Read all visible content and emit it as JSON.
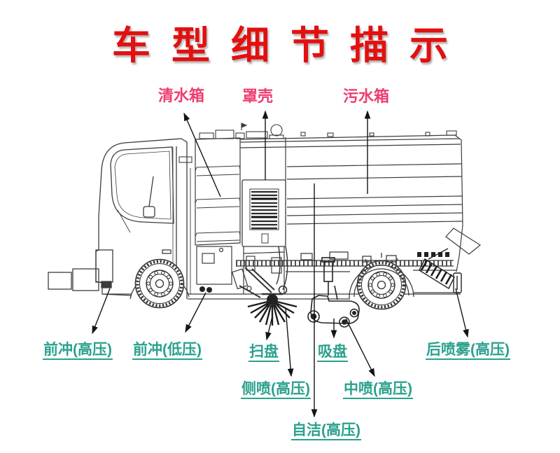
{
  "title": {
    "text": "车型细节描示"
  },
  "colors": {
    "title": "#e31010",
    "top_label": "#ee3d71",
    "bottom_label": "#2aa18d",
    "line_art": "#3c3c3c"
  },
  "labels": {
    "top": [
      {
        "id": "clean-water-tank",
        "text": "清水箱"
      },
      {
        "id": "cover-shell",
        "text": "罩壳"
      },
      {
        "id": "sewage-tank",
        "text": "污水箱"
      }
    ],
    "bottom": [
      {
        "id": "front-flush-high-pressure",
        "text": "前冲(高压)"
      },
      {
        "id": "front-flush-low-pressure",
        "text": "前冲(低压)"
      },
      {
        "id": "sweep-disc",
        "text": "扫盘"
      },
      {
        "id": "suction-disc",
        "text": "吸盘"
      },
      {
        "id": "rear-spray-high-pressure",
        "text": "后喷雾(高压)"
      },
      {
        "id": "side-spray-high-pressure",
        "text": "侧喷(高压)"
      },
      {
        "id": "middle-spray-high-pressure",
        "text": "中喷(高压)"
      },
      {
        "id": "self-clean-high-pressure",
        "text": "自洁(高压)"
      }
    ]
  }
}
